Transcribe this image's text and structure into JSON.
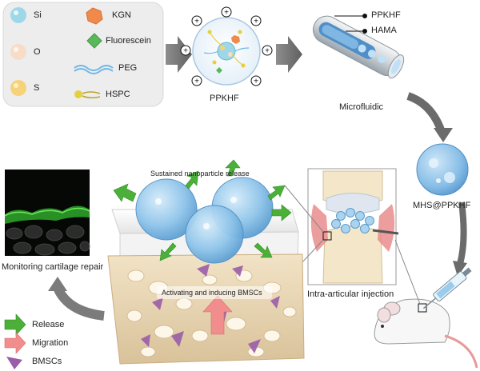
{
  "legend_box": {
    "items": [
      {
        "label": "Si",
        "color": "#9ed8e8"
      },
      {
        "label": "O",
        "color": "#f7dcc8"
      },
      {
        "label": "S",
        "color": "#f6d27a"
      },
      {
        "label": "KGN",
        "color": "#ef8a4a"
      },
      {
        "label": "Fluorescein",
        "color": "#59b85a"
      },
      {
        "label": "PEG",
        "color": "#6fb7e6"
      },
      {
        "label": "HSPC",
        "color": "#e7cf3c"
      }
    ]
  },
  "nanoparticle": {
    "label": "PPKHF"
  },
  "microfluidic": {
    "label": "Microfluidic",
    "callouts": [
      "PPKHF",
      "HAMA"
    ]
  },
  "microsphere": {
    "label": "MHS@PPKHF"
  },
  "injection": {
    "label": "Intra-articular injection"
  },
  "release_scene": {
    "top_label": "Sustained nanoparticle release",
    "inner_label": "Activating and inducing BMSCs"
  },
  "monitoring": {
    "label": "Monitoring cartilage repair"
  },
  "bottom_legend": [
    {
      "label": "Release",
      "color": "#4caf3a"
    },
    {
      "label": "Migration",
      "color": "#ef6b6b"
    },
    {
      "label": "BMSCs",
      "color": "#9a5ea8"
    }
  ]
}
